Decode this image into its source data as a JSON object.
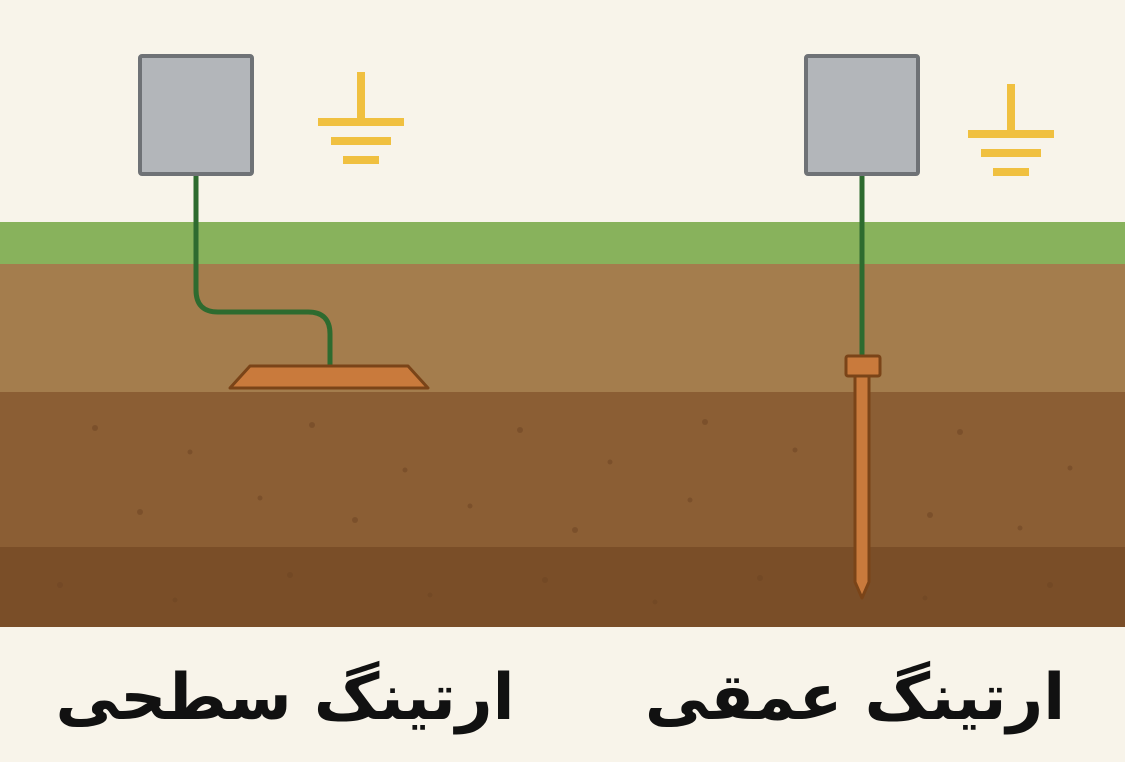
{
  "labels": {
    "surface_earthing": "ارتینگ سطحی",
    "deep_earthing": "ارتینگ عمقی"
  },
  "colors": {
    "background": "#f8f4ea",
    "grass": "#88b25c",
    "soil_top": "#a47d4d",
    "soil_middle": "#8b5e34",
    "soil_bottom": "#7a4e28",
    "box_fill": "#b3b6ba",
    "box_stroke": "#6f7276",
    "wire": "#2e6b2f",
    "copper": "#c97a3c",
    "copper_stroke": "#7a4418",
    "ground_symbol": "#f0c040",
    "text": "#111111"
  },
  "icons": {
    "ground_symbol": "electrical-ground-symbol",
    "plate_electrode": "earthing-plate",
    "rod_electrode": "earthing-rod"
  }
}
